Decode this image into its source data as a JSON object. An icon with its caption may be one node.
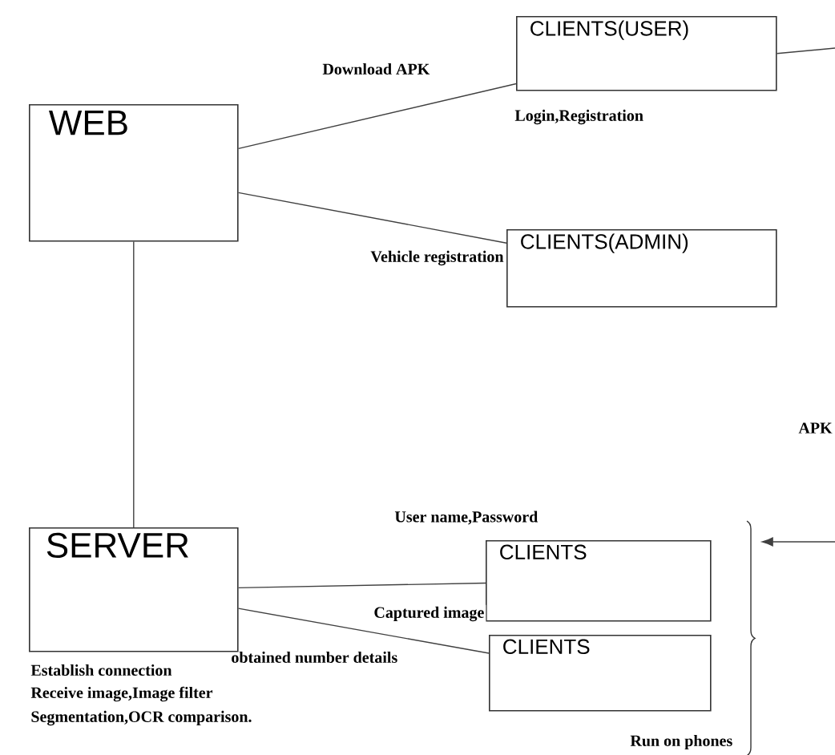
{
  "diagram": {
    "nodes": [
      {
        "text": [
          "WEB"
        ]
      },
      {
        "text": [
          "CLIENTS(USER)"
        ]
      },
      {
        "text": [
          "CLIENTS(ADMIN)"
        ]
      },
      {
        "text": [
          "SERVER"
        ],
        "beside": [
          "Establish connection",
          "Receive image,Image filter",
          "Segmentation,OCR comparison."
        ]
      },
      {
        "text": [
          "CLIENTS"
        ]
      },
      {
        "text": [
          "CLIENTS"
        ]
      },
      {
        "text": [],
        "shape": "brace"
      }
    ],
    "edges": [
      {
        "from": 0,
        "to": 1,
        "arrow": "none",
        "label": "Download APK"
      },
      {
        "from": 0,
        "to": 2,
        "arrow": "none",
        "label": "Vehicle registration"
      },
      {
        "from": 0,
        "to": 3,
        "arrow": "none"
      },
      {
        "from": 3,
        "to": 4,
        "arrow": "none",
        "label": "User name,Password"
      },
      {
        "from": 3,
        "to": 5,
        "arrow": "none",
        "label": "Captured image"
      },
      {
        "from": 1,
        "to": null,
        "arrow": "none"
      },
      {
        "from": null,
        "to": 6,
        "arrow": "to"
      }
    ],
    "labels": [
      "Login,Registration",
      "APK",
      "obtained number details",
      "Run on phones"
    ]
  }
}
